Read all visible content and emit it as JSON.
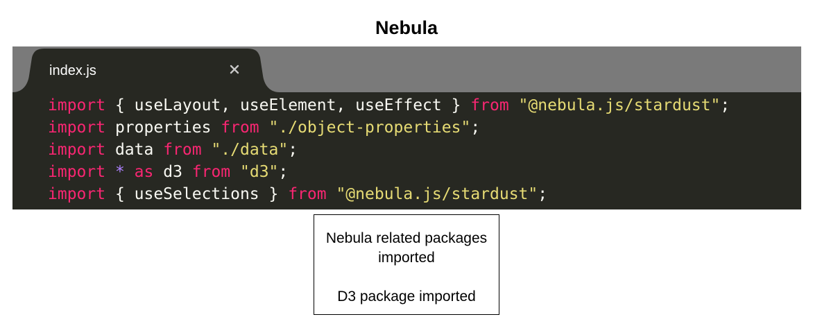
{
  "diagram": {
    "title": "Nebula"
  },
  "editor": {
    "tab": {
      "filename": "index.js",
      "close_glyph": "×"
    },
    "code_lines": [
      [
        {
          "t": "import",
          "c": "kw"
        },
        {
          "t": " { useLayout, useElement, useEffect } ",
          "c": "id"
        },
        {
          "t": "from",
          "c": "kw"
        },
        {
          "t": " ",
          "c": "id"
        },
        {
          "t": "\"@nebula.js/stardust\"",
          "c": "str"
        },
        {
          "t": ";",
          "c": "id"
        }
      ],
      [
        {
          "t": "import",
          "c": "kw"
        },
        {
          "t": " properties ",
          "c": "id"
        },
        {
          "t": "from",
          "c": "kw"
        },
        {
          "t": " ",
          "c": "id"
        },
        {
          "t": "\"./object-properties\"",
          "c": "str"
        },
        {
          "t": ";",
          "c": "id"
        }
      ],
      [
        {
          "t": "import",
          "c": "kw"
        },
        {
          "t": " data ",
          "c": "id"
        },
        {
          "t": "from",
          "c": "kw"
        },
        {
          "t": " ",
          "c": "id"
        },
        {
          "t": "\"./data\"",
          "c": "str"
        },
        {
          "t": ";",
          "c": "id"
        }
      ],
      [
        {
          "t": "import",
          "c": "kw"
        },
        {
          "t": " ",
          "c": "id"
        },
        {
          "t": "*",
          "c": "op"
        },
        {
          "t": " ",
          "c": "id"
        },
        {
          "t": "as",
          "c": "kw"
        },
        {
          "t": " d3 ",
          "c": "id"
        },
        {
          "t": "from",
          "c": "kw"
        },
        {
          "t": " ",
          "c": "id"
        },
        {
          "t": "\"d3\"",
          "c": "str"
        },
        {
          "t": ";",
          "c": "id"
        }
      ],
      [
        {
          "t": "import",
          "c": "kw"
        },
        {
          "t": " { useSelections } ",
          "c": "id"
        },
        {
          "t": "from",
          "c": "kw"
        },
        {
          "t": " ",
          "c": "id"
        },
        {
          "t": "\"@nebula.js/stardust\"",
          "c": "str"
        },
        {
          "t": ";",
          "c": "id"
        }
      ]
    ]
  },
  "callout": {
    "line1": "Nebula related packages imported",
    "line2": "D3 package imported"
  },
  "colors": {
    "tabbar": "#7a7a7a",
    "editor_bg": "#272822",
    "keyword": "#f92672",
    "string": "#e6db74",
    "operator": "#ae81ff",
    "identifier": "#f8f8f2"
  }
}
